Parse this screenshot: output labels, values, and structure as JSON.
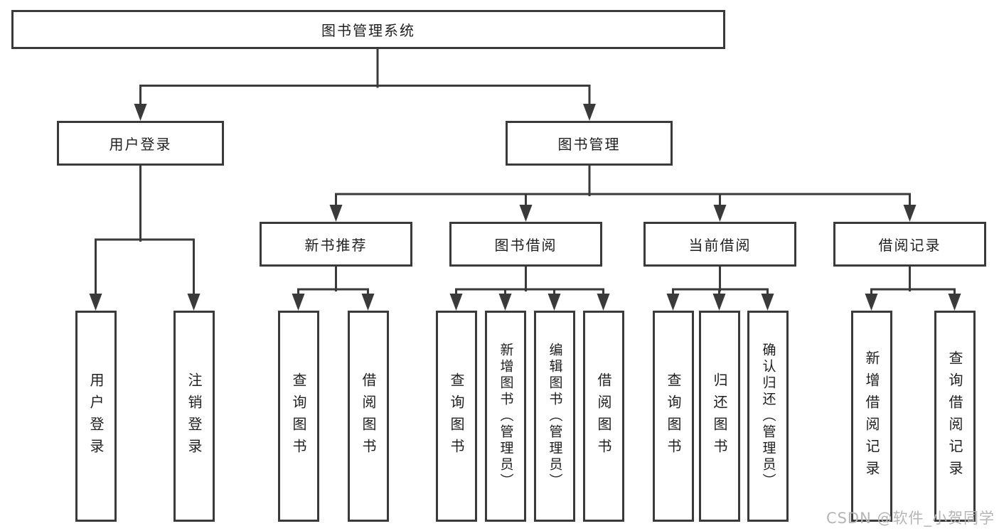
{
  "diagram": {
    "root": {
      "label": "图书管理系统",
      "children": [
        {
          "label": "用户登录",
          "children": [
            {
              "label": "用户登录"
            },
            {
              "label": "注销登录"
            }
          ]
        },
        {
          "label": "图书管理",
          "children": [
            {
              "label": "新书推荐",
              "children": [
                {
                  "label": "查询图书"
                },
                {
                  "label": "借阅图书"
                }
              ]
            },
            {
              "label": "图书借阅",
              "children": [
                {
                  "label": "查询图书"
                },
                {
                  "label": "新增图书（管理员）"
                },
                {
                  "label": "编辑图书（管理员）"
                },
                {
                  "label": "借阅图书"
                }
              ]
            },
            {
              "label": "当前借阅",
              "children": [
                {
                  "label": "查询图书"
                },
                {
                  "label": "归还图书"
                },
                {
                  "label": "确认归还（管理员）"
                }
              ]
            },
            {
              "label": "借阅记录",
              "children": [
                {
                  "label": "新增借阅记录"
                },
                {
                  "label": "查询借阅记录"
                }
              ]
            }
          ]
        }
      ]
    },
    "watermark": "CSDN @软件_小贺同学",
    "colors": {
      "line": "#3a3a3a",
      "text": "#1f1f1f",
      "watermark": "#b5b5b5",
      "background": "#ffffff"
    }
  }
}
